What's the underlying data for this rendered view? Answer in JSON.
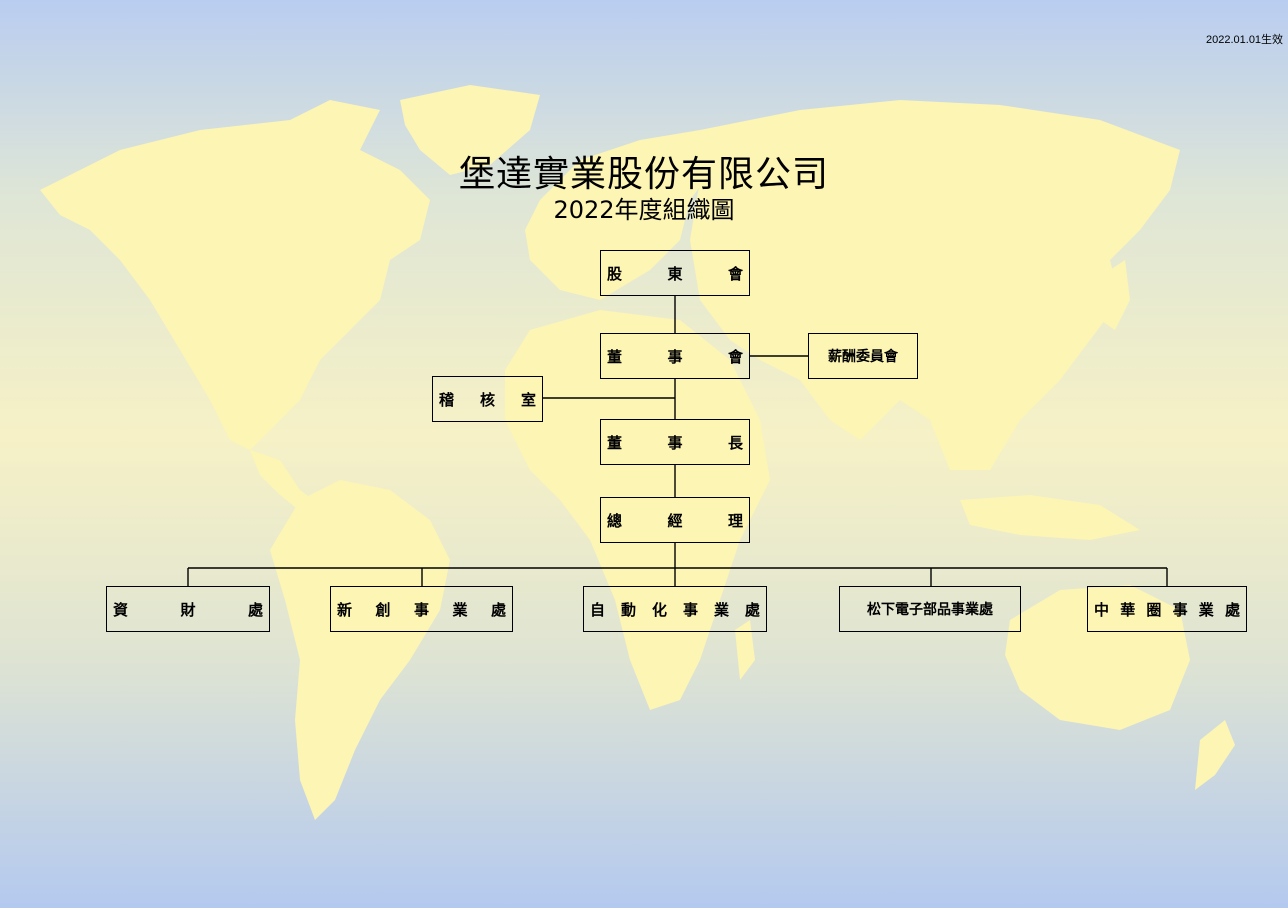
{
  "effective_date": "2022.01.01生效",
  "company_name": "堡達實業股份有限公司",
  "chart_title": "2022年度組織圖",
  "org": {
    "shareholders": [
      "股",
      "東",
      "會"
    ],
    "board": [
      "董",
      "事",
      "會"
    ],
    "compensation_committee": "薪酬委員會",
    "audit_office": [
      "稽",
      "核",
      "室"
    ],
    "chairman": [
      "董",
      "事",
      "長"
    ],
    "general_manager": [
      "總",
      "經",
      "理"
    ],
    "divisions": {
      "materials": [
        "資",
        "財",
        "處"
      ],
      "innovation": [
        "新",
        "創",
        "事",
        "業",
        "處"
      ],
      "automation": [
        "自",
        "動",
        "化",
        "事",
        "業",
        "處"
      ],
      "panasonic": "松下電子部品事業處",
      "greater_china": [
        "中",
        "華",
        "圈",
        "事",
        "業",
        "處"
      ]
    }
  },
  "colors": {
    "sky_top": "#b9cdf0",
    "sky_mid": "#f6f1c6",
    "land": "#fdf5b4",
    "line": "#000000"
  }
}
